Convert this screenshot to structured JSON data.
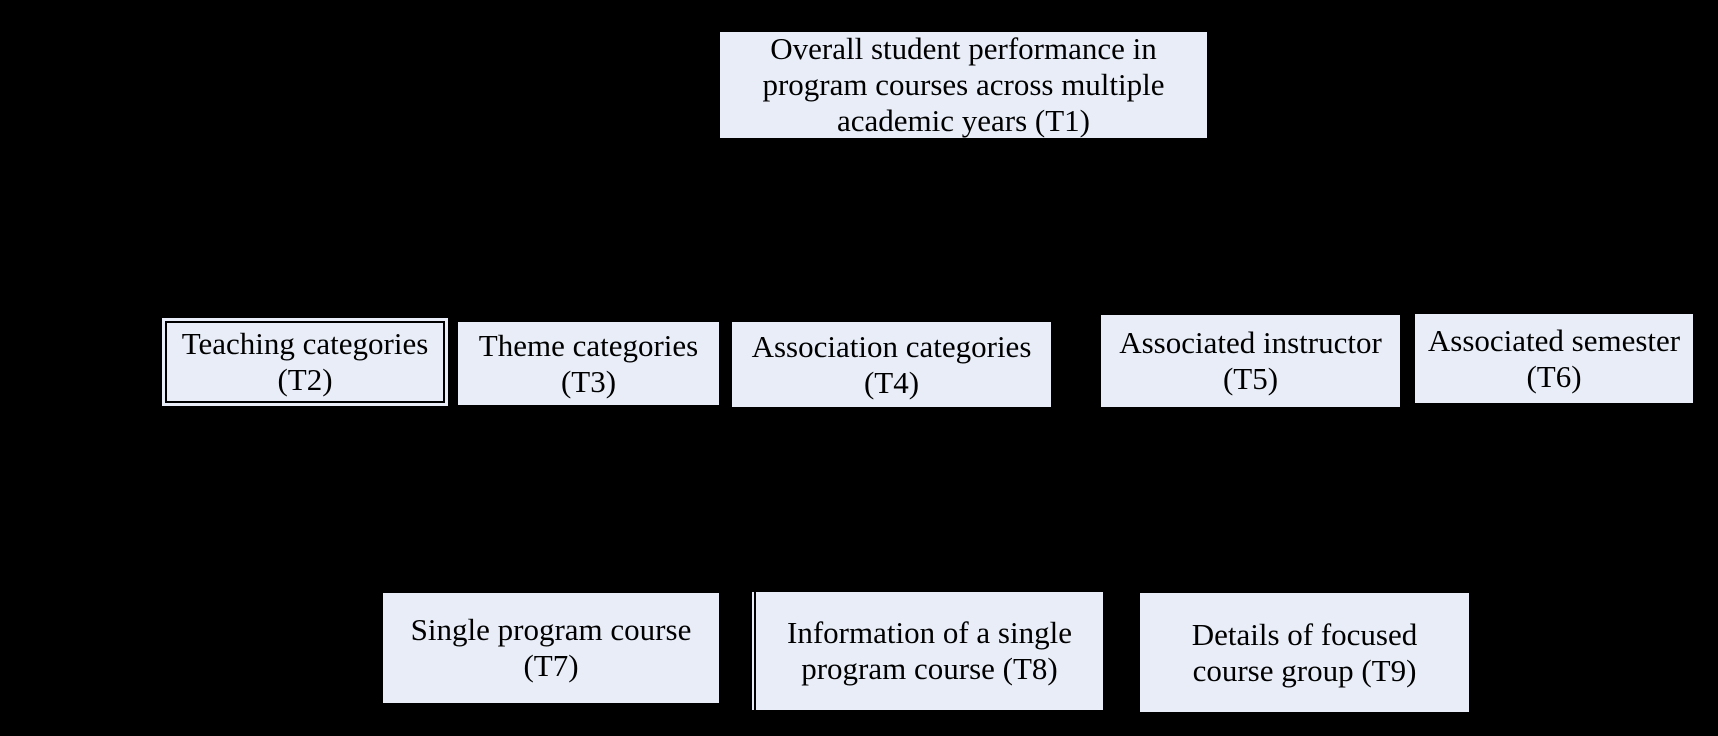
{
  "diagram": {
    "description": "Task hierarchy diagram of nine analysis tasks (T1-T9) arranged in three rows",
    "colors": {
      "background": "#000000",
      "box_fill": "#e8edf7",
      "box_border": "#000000",
      "text": "#000000"
    },
    "rows": [
      {
        "nodes": [
          {
            "id": "T1",
            "label": "Overall student performance in program courses across multiple academic years (T1)",
            "lines": [
              "Overall student performance in",
              "program courses across multiple",
              "academic years (T1)"
            ]
          }
        ]
      },
      {
        "nodes": [
          {
            "id": "T2",
            "label": "Teaching categories (T2)",
            "lines": [
              "Teaching categories",
              "(T2)"
            ]
          },
          {
            "id": "T3",
            "label": "Theme categories (T3)",
            "lines": [
              "Theme categories",
              "(T3)"
            ]
          },
          {
            "id": "T4",
            "label": "Association categories (T4)",
            "lines": [
              "Association categories",
              "(T4)"
            ]
          },
          {
            "id": "T5",
            "label": "Associated instructor (T5)",
            "lines": [
              "Associated instructor",
              "(T5)"
            ]
          },
          {
            "id": "T6",
            "label": "Associated semester (T6)",
            "lines": [
              "Associated semester",
              "(T6)"
            ]
          }
        ]
      },
      {
        "nodes": [
          {
            "id": "T7",
            "label": "Single program course (T7)",
            "lines": [
              "Single program course",
              "(T7)"
            ]
          },
          {
            "id": "T8",
            "label": "Information of a single program course (T8)",
            "lines": [
              "Information of a single",
              "program course (T8)"
            ]
          },
          {
            "id": "T9",
            "label": "Details of focused course group (T9)",
            "lines": [
              "Details of focused",
              "course group (T9)"
            ]
          }
        ]
      }
    ]
  }
}
